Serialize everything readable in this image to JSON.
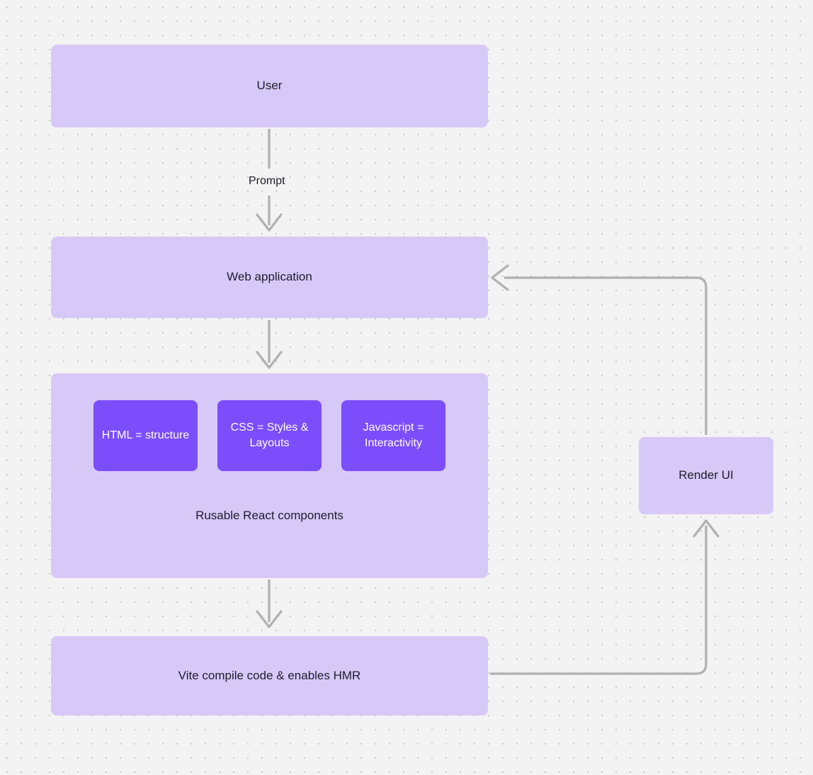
{
  "diagram": {
    "type": "flowchart",
    "background": "#f3f3f3",
    "grid": "dotted",
    "colors": {
      "node_fill": "#d6c9f8",
      "inner_node_fill": "#7c4dfb",
      "node_text": "#1f1d2b",
      "inner_node_text": "#ffffff",
      "connector": "#b0b0b0"
    },
    "nodes": {
      "user": {
        "label": "User"
      },
      "web_application": {
        "label": "Web application"
      },
      "components": {
        "caption": "Rusable React components",
        "items": [
          {
            "label": "HTML = structure"
          },
          {
            "label": "CSS = Styles & Layouts"
          },
          {
            "label": "Javascript = Interactivity"
          }
        ]
      },
      "vite": {
        "label": "Vite compile code & enables HMR"
      },
      "render_ui": {
        "label": "Render UI"
      }
    },
    "edges": [
      {
        "from": "user",
        "to": "web_application",
        "label": "Prompt",
        "direction": "down"
      },
      {
        "from": "web_application",
        "to": "components",
        "label": "",
        "direction": "down"
      },
      {
        "from": "components",
        "to": "vite",
        "label": "",
        "direction": "down"
      },
      {
        "from": "vite",
        "to": "render_ui",
        "label": "",
        "direction": "right-up"
      },
      {
        "from": "render_ui",
        "to": "web_application",
        "label": "",
        "direction": "up-left"
      }
    ]
  }
}
